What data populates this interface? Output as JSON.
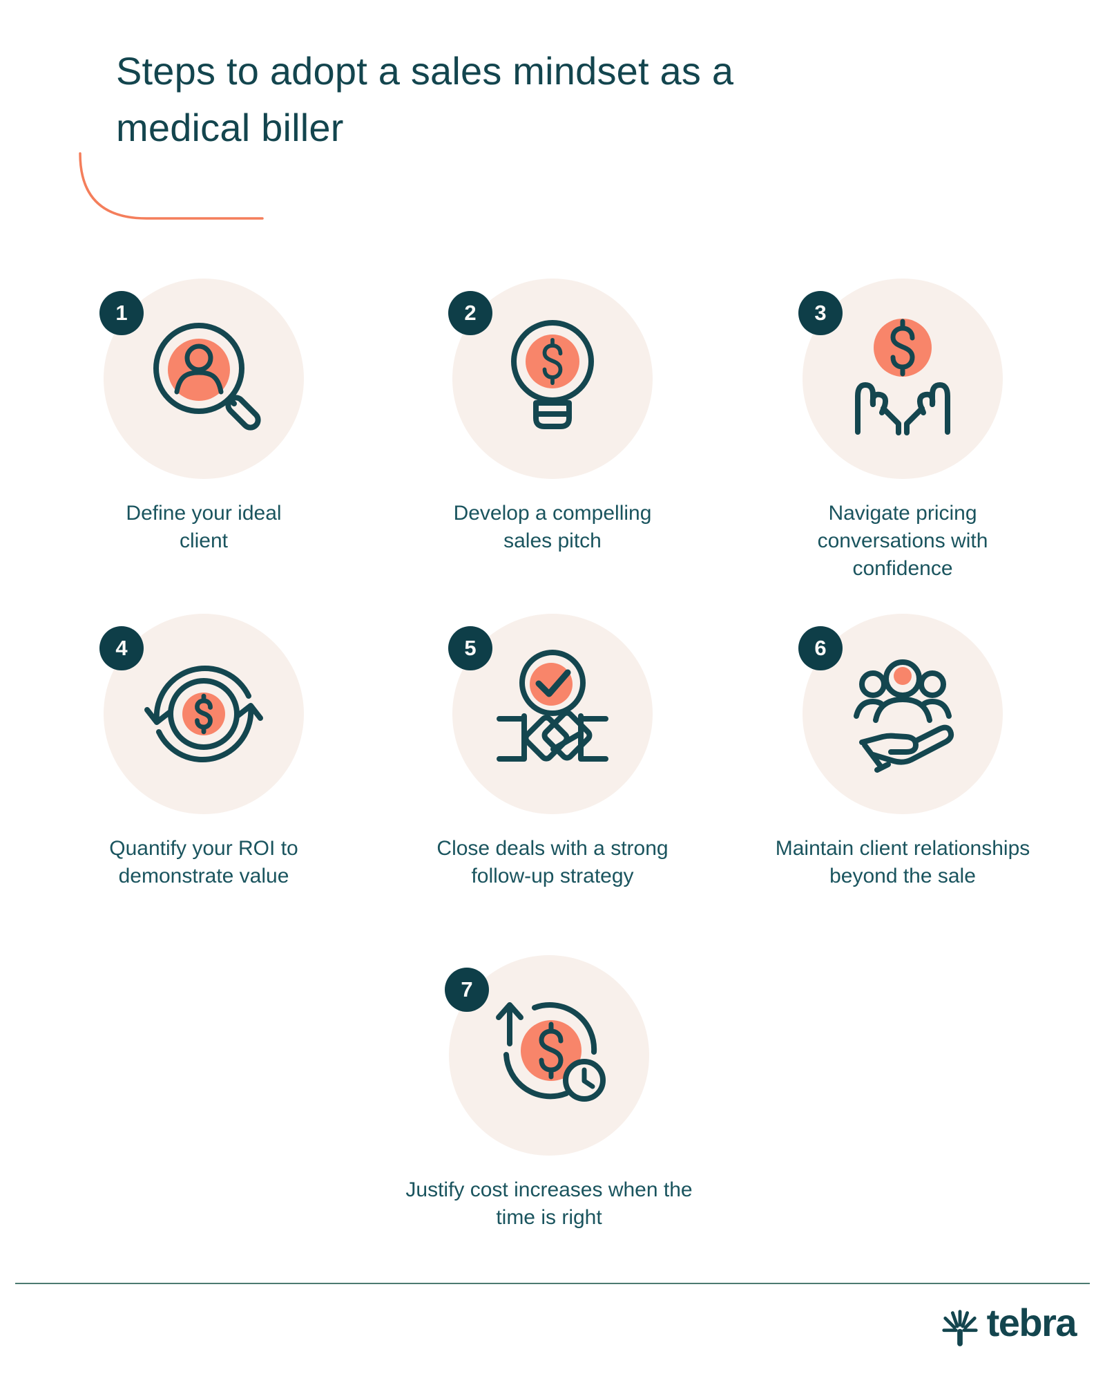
{
  "title": "Steps to adopt a sales mindset as a medical biller",
  "colors": {
    "teal_text": "#13454e",
    "badge_teal": "#0e3e48",
    "accent_orange": "#f8856a",
    "circle_beige": "#f8f0eb",
    "divider": "#4c7a70",
    "background": "#ffffff"
  },
  "steps": [
    {
      "number": "1",
      "label": "Define your ideal client",
      "icon": "magnifier-user-icon"
    },
    {
      "number": "2",
      "label": "Develop a compelling sales pitch",
      "icon": "lightbulb-dollar-icon"
    },
    {
      "number": "3",
      "label": "Navigate pricing conversations with confidence",
      "icon": "hands-dollar-icon"
    },
    {
      "number": "4",
      "label": "Quantify your ROI to demonstrate value",
      "icon": "dollar-cycle-icon"
    },
    {
      "number": "5",
      "label": "Close deals with a strong follow-up strategy",
      "icon": "handshake-check-icon"
    },
    {
      "number": "6",
      "label": "Maintain client relationships beyond the sale",
      "icon": "clients-care-icon"
    },
    {
      "number": "7",
      "label": "Justify cost increases when the time is right",
      "icon": "dollar-increase-time-icon"
    }
  ],
  "footer": {
    "brand": "tebra"
  }
}
